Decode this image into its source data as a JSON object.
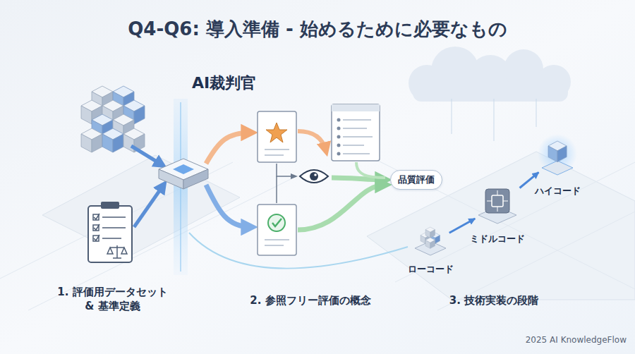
{
  "diagram": {
    "title": "Q4-Q6: 導入準備 - 始めるために必要なもの",
    "nodes": [
      {
        "text": [
          "品質評価"
        ]
      },
      {
        "text": [
          "ローコード"
        ]
      },
      {
        "text": [
          "ミドルコード"
        ]
      },
      {
        "text": [
          "ハイコード"
        ]
      }
    ],
    "edges": [
      {
        "from": 1,
        "to": 2,
        "arrow": "to"
      },
      {
        "from": 2,
        "to": 3,
        "arrow": "to"
      }
    ],
    "labels": [
      "AI裁判官",
      "1. 評価用データセット & 基準定義",
      "2. 参照フリー評価の概念",
      "3. 技術実装の段階",
      "2025 AI KnowledgeFlow"
    ]
  }
}
